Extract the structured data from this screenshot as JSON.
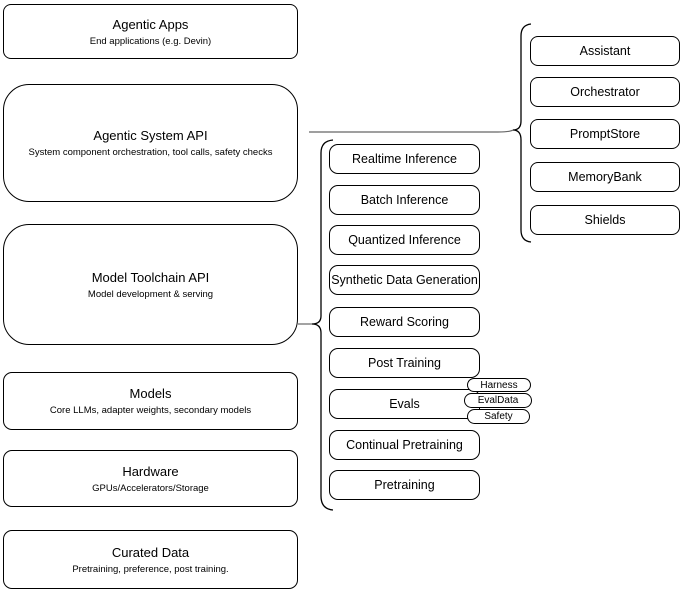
{
  "diagram": {
    "left_column": [
      {
        "title": "Agentic Apps",
        "subtitle": "End applications (e.g. Devin)"
      },
      {
        "title": "Agentic System API",
        "subtitle": "System component orchestration, tool calls, safety checks"
      },
      {
        "title": "Model Toolchain API",
        "subtitle": "Model development & serving"
      },
      {
        "title": "Models",
        "subtitle": "Core LLMs, adapter weights, secondary models"
      },
      {
        "title": "Hardware",
        "subtitle": "GPUs/Accelerators/Storage"
      },
      {
        "title": "Curated Data",
        "subtitle": "Pretraining, preference, post training."
      }
    ],
    "toolchain_items": [
      "Realtime Inference",
      "Batch Inference",
      "Quantized Inference",
      "Synthetic Data Generation",
      "Reward Scoring",
      "Post Training",
      "Evals",
      "Continual Pretraining",
      "Pretraining"
    ],
    "eval_tags": [
      "Harness",
      "EvalData",
      "Safety"
    ],
    "system_components": [
      "Assistant",
      "Orchestrator",
      "PromptStore",
      "MemoryBank",
      "Shields"
    ],
    "colors": {
      "shape_stroke": "#000000",
      "connector_stroke": "#666666",
      "shape_fill": "#ffffff",
      "background": "#ffffff",
      "text": "#000000"
    }
  }
}
